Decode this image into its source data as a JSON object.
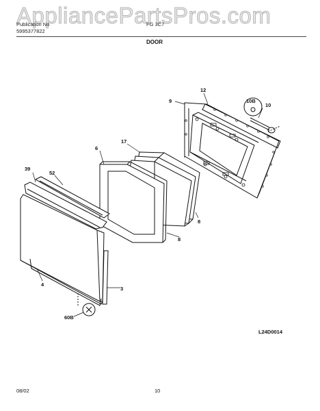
{
  "watermark": "AppliancePartsPros.com",
  "header": {
    "left_line1": "Publication No",
    "left_line2": "5995377822",
    "model": "FG 3C7",
    "section_title": "DOOR"
  },
  "callouts": {
    "c39": "39",
    "c52": "52",
    "c6": "6",
    "c17": "17",
    "c9": "9",
    "c12": "12",
    "c10b": "10B",
    "c10": "10",
    "c8a": "8",
    "c8b": "8",
    "c4": "4",
    "c3": "3",
    "c60b": "60B"
  },
  "diagram_code": "L24D0014",
  "footer": {
    "date": "08/02",
    "page": "10"
  }
}
